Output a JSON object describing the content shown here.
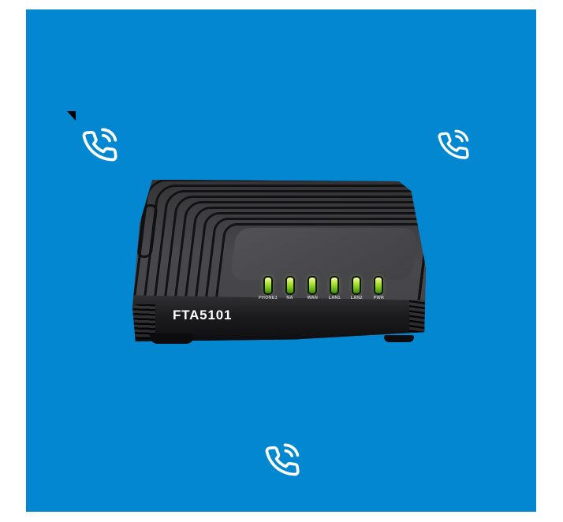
{
  "page": {
    "background_color": "#ffffff"
  },
  "hero": {
    "panel_color": "#0487d1",
    "decor_icon": "phone-call-icon",
    "decor_icon_color": "#ffffff",
    "decor_icon_count": 3
  },
  "device": {
    "model_label": "FTA5101",
    "model_label_color": "#ffffff",
    "body_color": "#2e2e31",
    "front_face_color": "#141417",
    "led_on_color": "#8ed322",
    "led_labels": [
      "PHONE1",
      "NA",
      "WAN",
      "LAN1",
      "LAN2",
      "PWR"
    ]
  }
}
